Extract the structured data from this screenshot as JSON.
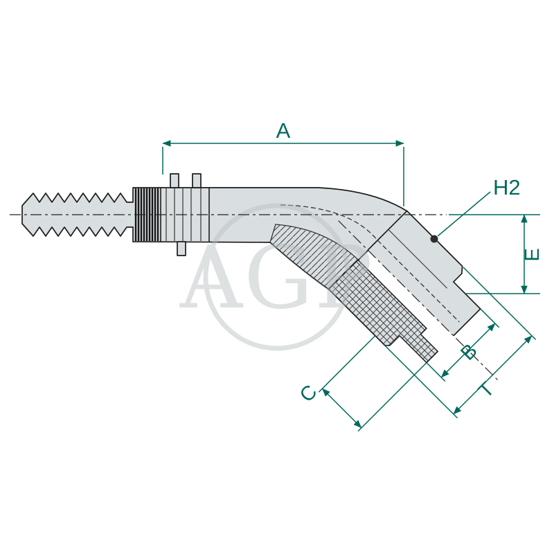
{
  "diagram": {
    "dimension_labels": {
      "a": "A",
      "h2": "H2",
      "e": "E",
      "b": "B",
      "c": "C",
      "t": "T"
    },
    "watermark": "AGP",
    "colors": {
      "dimension": "#00695c",
      "outline": "#1b1b1b",
      "part_fill": "#d9dee1",
      "watermark": "#b7bdc0",
      "background": "#ffffff"
    }
  }
}
